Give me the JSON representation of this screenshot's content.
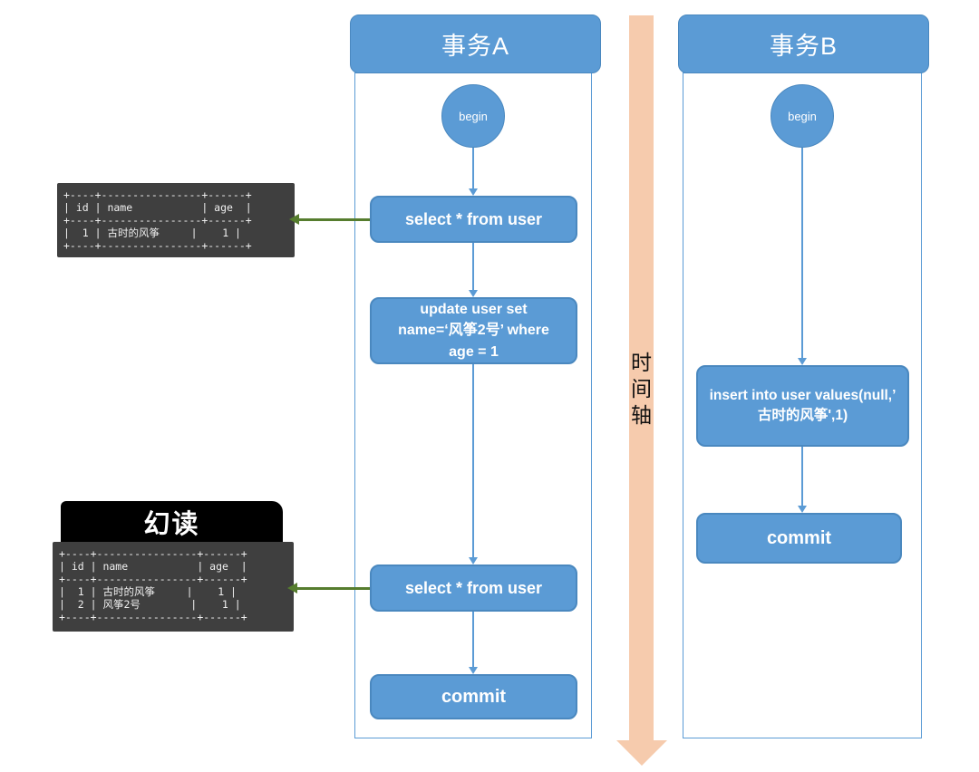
{
  "colors": {
    "node_blue": "#5b9bd5",
    "node_border_blue": "#4a88bf",
    "timeline_peach": "#f6cbad",
    "green_arrow": "#567d2e",
    "terminal_bg": "#3f3f3f",
    "terminal_text": "#efefef",
    "phantom_label_bg": "#000000"
  },
  "transaction_a": {
    "title": "事务A",
    "begin_label": "begin",
    "select1_label": "select * from user",
    "update_lines": [
      "update user set",
      "name=‘风筝2号’ where",
      "age = 1"
    ],
    "select2_label": "select * from user",
    "commit_label": "commit"
  },
  "transaction_b": {
    "title": "事务B",
    "begin_label": "begin",
    "insert_lines": [
      "insert into user values(null,’",
      "古时的风筝',1)"
    ],
    "commit_label": "commit"
  },
  "timeline": {
    "label": "时间轴",
    "chars": [
      "时",
      "间",
      "轴"
    ]
  },
  "result_table_initial": {
    "lines": [
      "+----+----------------+------+",
      "| id | name           | age  |",
      "+----+----------------+------+",
      "|  1 | 古时的风筝     |    1 |",
      "+----+----------------+------+"
    ]
  },
  "phantom_read": {
    "label": "幻读",
    "table_lines": [
      "+----+----------------+------+",
      "| id | name           | age  |",
      "+----+----------------+------+",
      "|  1 | 古时的风筝     |    1 |",
      "|  2 | 风筝2号        |    1 |",
      "+----+----------------+------+"
    ]
  }
}
